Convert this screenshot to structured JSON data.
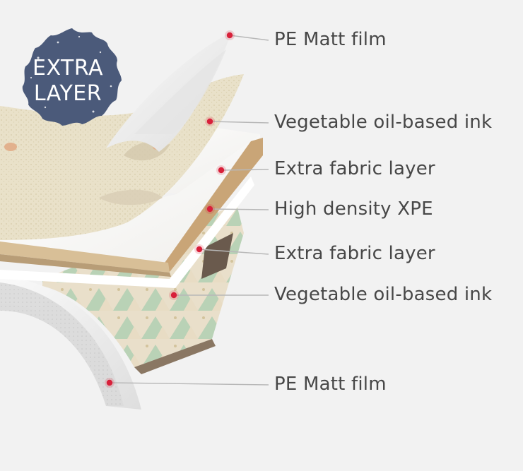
{
  "badge": {
    "line1": "EXTRA",
    "line2": "LAYER",
    "color": "#4b5a7a"
  },
  "marker_color": "#d8203a",
  "leader_color": "#b8b8b8",
  "layers": [
    {
      "id": "pe-matt-film-top",
      "label": "PE Matt film"
    },
    {
      "id": "ink-top",
      "label": "Vegetable oil-based ink"
    },
    {
      "id": "fabric-top",
      "label": "Extra fabric layer"
    },
    {
      "id": "xpe-core",
      "label": "High density XPE"
    },
    {
      "id": "fabric-bottom",
      "label": "Extra fabric layer"
    },
    {
      "id": "ink-bottom",
      "label": "Vegetable oil-based ink"
    },
    {
      "id": "pe-matt-film-bottom",
      "label": "PE Matt film"
    }
  ]
}
